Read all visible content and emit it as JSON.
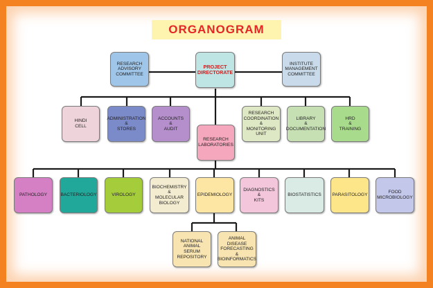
{
  "title": "ORGANOGRAM",
  "boxes": {
    "rac": {
      "lines": [
        "RESEARCH",
        "ADVISORY",
        "COMMITTEE"
      ],
      "color": "#9fc5e8"
    },
    "pd": {
      "lines": [
        "PROJECT",
        "DIRECTORATE"
      ],
      "color": "#bfe4e4"
    },
    "imc": {
      "lines": [
        "INSTITUTE",
        "MANAGEMENT",
        "COMMITTEE"
      ],
      "color": "#c9dbea"
    },
    "hindi": {
      "lines": [
        "HINDI",
        "CELL"
      ],
      "color": "#eed3da"
    },
    "admin": {
      "lines": [
        "ADMINISTRATION",
        "&",
        "STORES"
      ],
      "color": "#7b8ac8"
    },
    "accounts": {
      "lines": [
        "ACCOUNTS",
        "&",
        "AUDIT"
      ],
      "color": "#b48fcb"
    },
    "rl": {
      "lines": [
        "RESEARCH",
        "LABORATORIES"
      ],
      "color": "#f4a7bd"
    },
    "rcmu": {
      "lines": [
        "RESEARCH",
        "COORDINATION &",
        "MONITORING UNIT"
      ],
      "color": "#dfe8c4"
    },
    "library": {
      "lines": [
        "LIBRARY",
        "&",
        "DOCUMENTATION"
      ],
      "color": "#c6e0b4"
    },
    "hrd": {
      "lines": [
        "HRD",
        "&",
        "TRAINING"
      ],
      "color": "#a9db8c"
    },
    "pathology": {
      "lines": [
        "PATHOLOGY"
      ],
      "color": "#d57fc4"
    },
    "bacteriology": {
      "lines": [
        "BACTERIOLOGY"
      ],
      "color": "#21a89a"
    },
    "virology": {
      "lines": [
        "VIROLOGY"
      ],
      "color": "#a5cc3a"
    },
    "biochem": {
      "lines": [
        "BIOCHEMISTRY",
        "&",
        "MOLECULAR",
        "BIOLOGY"
      ],
      "color": "#f3ecd0"
    },
    "epidemiology": {
      "lines": [
        "EPIDEMIOLOGY"
      ],
      "color": "#fde6a3"
    },
    "diagnostics": {
      "lines": [
        "DIAGNOSTICS",
        "&",
        "KITS"
      ],
      "color": "#f3c6dc"
    },
    "biostatistics": {
      "lines": [
        "BIOSTATISTICS"
      ],
      "color": "#d9ebe4"
    },
    "parasitology": {
      "lines": [
        "PARASITOLOGY"
      ],
      "color": "#fde68a"
    },
    "food": {
      "lines": [
        "FOOD",
        "MICROBIOLOGY"
      ],
      "color": "#c3c7ea"
    },
    "nasr": {
      "lines": [
        "NATIONAL",
        "ANIMAL",
        "SERUM",
        "REPOSITORY"
      ],
      "color": "#f8e4b0"
    },
    "adfbi": {
      "lines": [
        "ANIMAL",
        "DISEASE",
        "FORECASTING",
        "&",
        "BIOINFORMATICS"
      ],
      "color": "#f8e4b0"
    }
  }
}
